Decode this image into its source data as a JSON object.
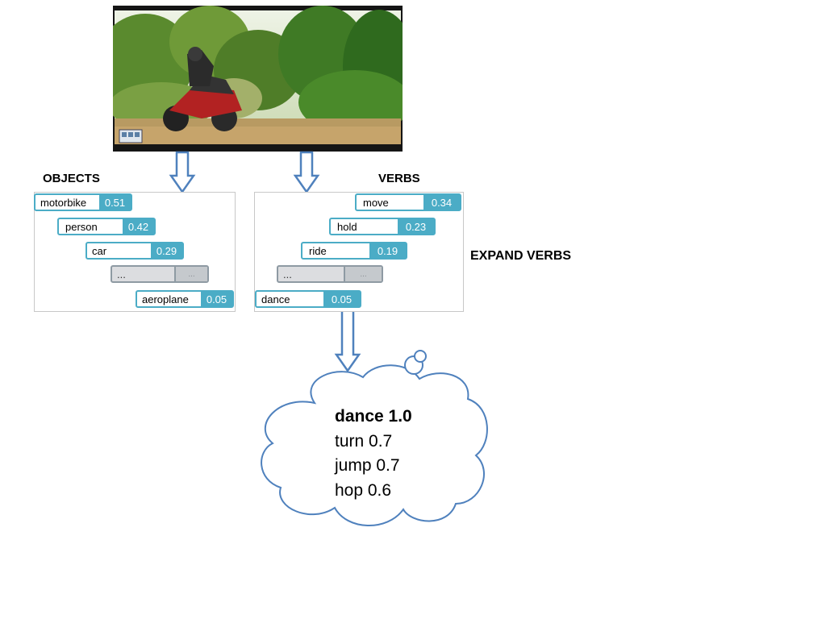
{
  "headings": {
    "objects": "OBJECTS",
    "verbs": "VERBS",
    "expand": "EXPAND VERBS"
  },
  "objects": [
    {
      "label": "motorbike",
      "score": "0.51"
    },
    {
      "label": "person",
      "score": "0.42"
    },
    {
      "label": "car",
      "score": "0.29"
    },
    {
      "label": "...",
      "score": "..."
    },
    {
      "label": "aeroplane",
      "score": "0.05"
    }
  ],
  "verbs": [
    {
      "label": "move",
      "score": "0.34"
    },
    {
      "label": "hold",
      "score": "0.23"
    },
    {
      "label": "ride",
      "score": "0.19"
    },
    {
      "label": "...",
      "score": "..."
    },
    {
      "label": "dance",
      "score": "0.05"
    }
  ],
  "expanded": [
    {
      "text": "dance 1.0",
      "bold": true
    },
    {
      "text": "turn 0.7",
      "bold": false
    },
    {
      "text": "jump 0.7",
      "bold": false
    },
    {
      "text": "hop 0.6",
      "bold": false
    }
  ],
  "colors": {
    "accent": "#4bacc6",
    "arrow": "#4f81bd",
    "ellipsis": "#dcdde0"
  },
  "icons": {
    "down_arrow": "hollow-down-arrow-icon",
    "cloud": "thought-cloud-icon",
    "film": "film-strip-icon"
  }
}
